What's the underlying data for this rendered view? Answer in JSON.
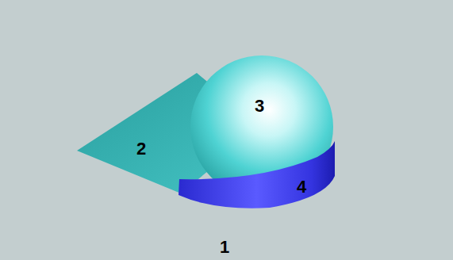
{
  "diagram": {
    "labels": [
      "3",
      "2",
      "4",
      "1"
    ]
  }
}
